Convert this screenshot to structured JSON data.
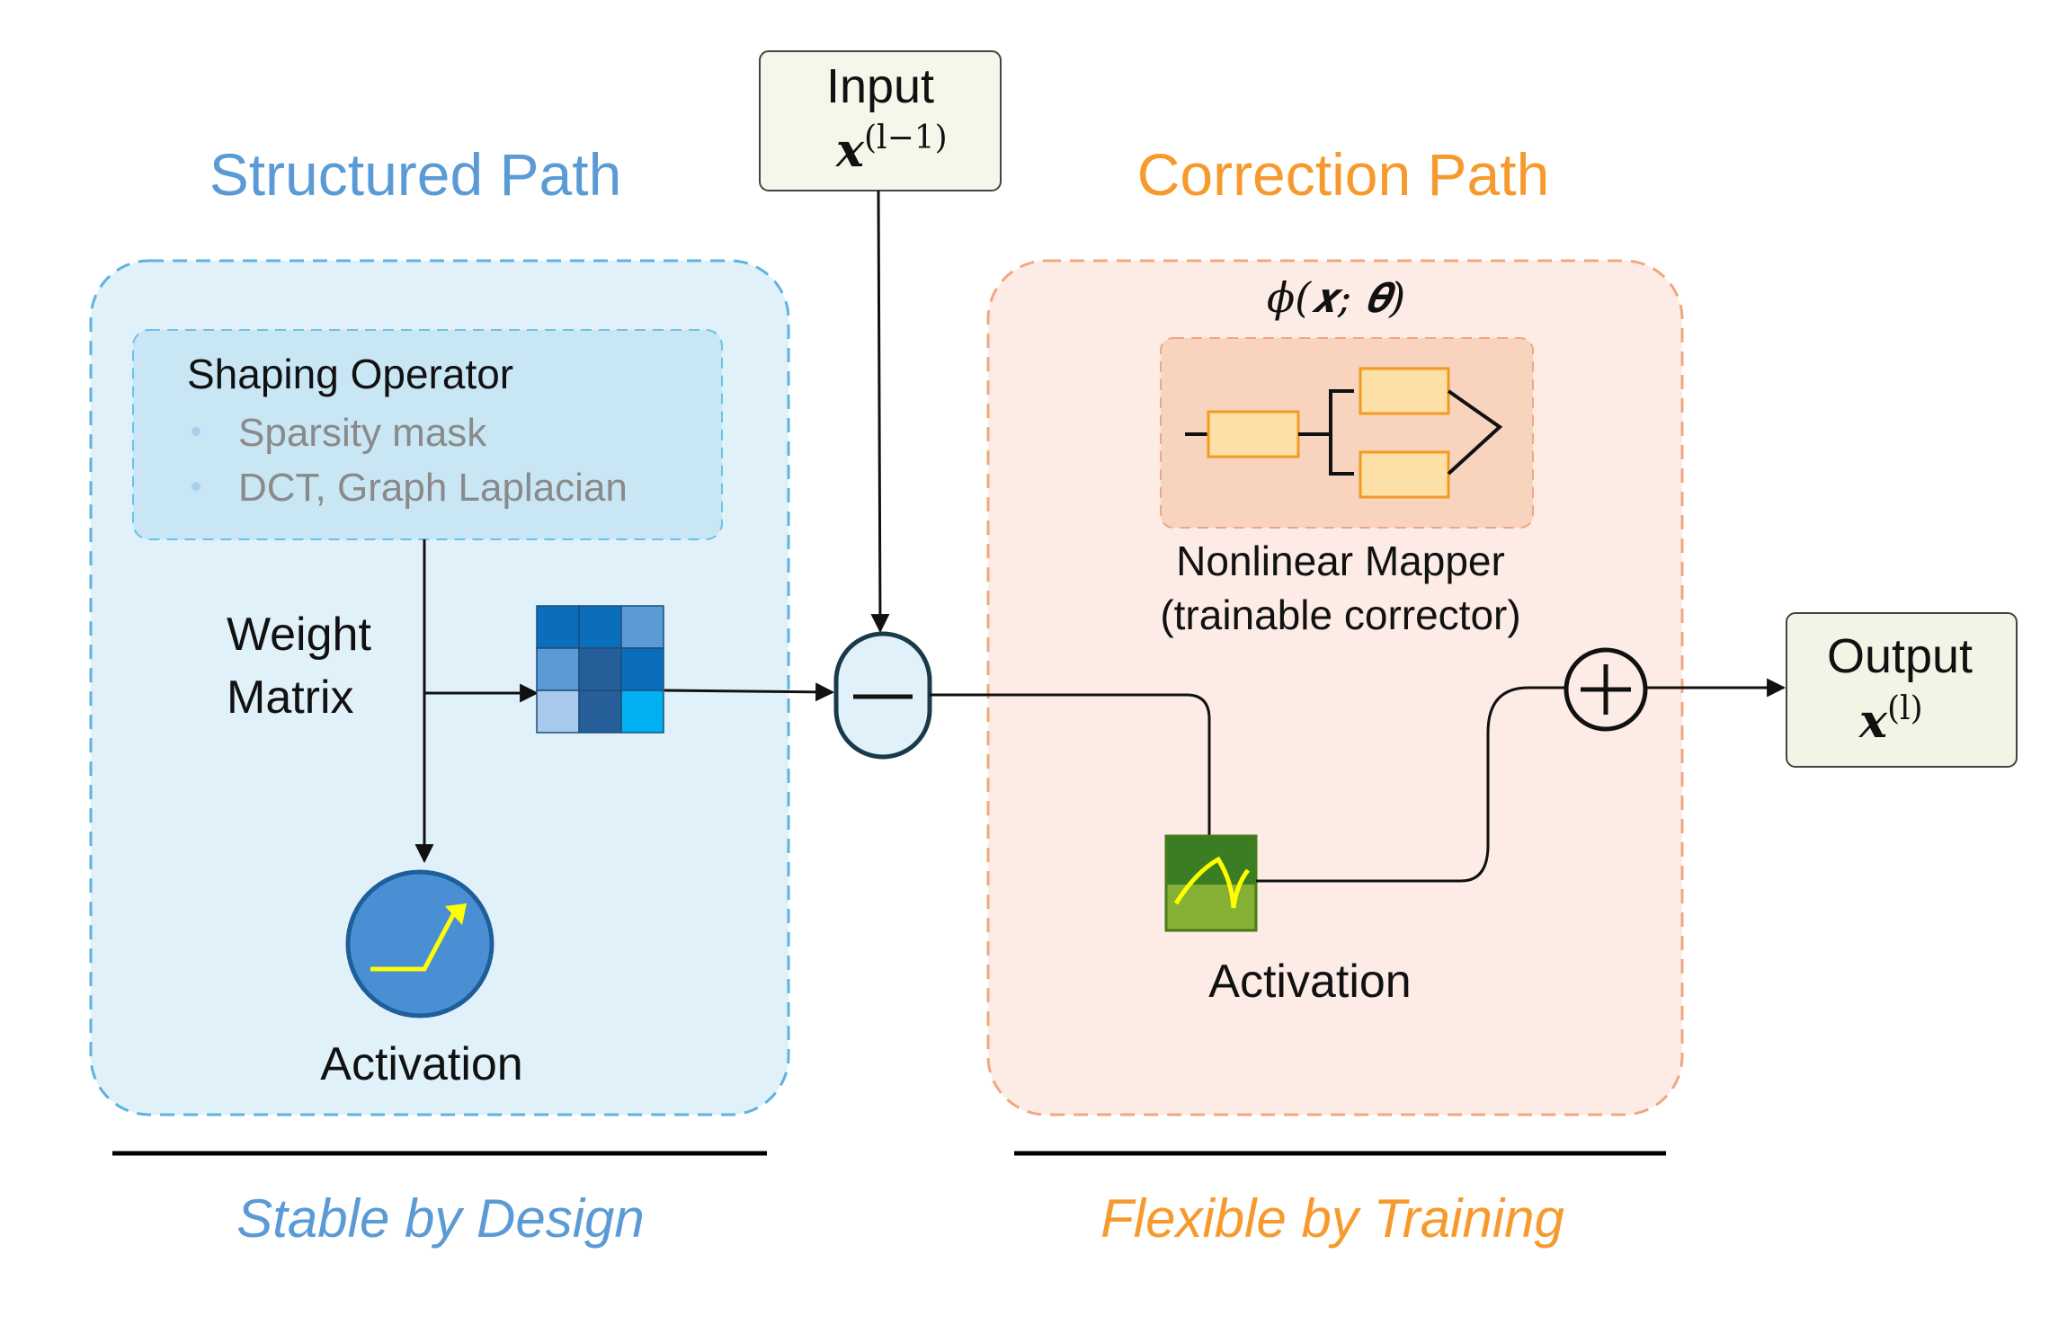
{
  "structured": {
    "title": "Structured Path",
    "caption": "Stable by Design",
    "shaping_operator": {
      "title": "Shaping Operator",
      "bullets": [
        "Sparsity mask",
        "DCT, Graph Laplacian"
      ]
    },
    "weight_label_line1": "Weight",
    "weight_label_line2": "Matrix",
    "activation_label": "Activation",
    "activation_icon": "relu-icon",
    "matrix_colors": [
      "#0a6ebd",
      "#0a6ebd",
      "#5b9bd5",
      "#5b9bd5",
      "#265e9a",
      "#0a6ebd",
      "#a9c9ec",
      "#265e9a",
      "#00b0f0"
    ]
  },
  "correction": {
    "title": "Correction Path",
    "caption": "Flexible by Training",
    "mapper_formula": "ϕ(𝒙; 𝜽)",
    "mapper_label_line1": "Nonlinear Mapper",
    "mapper_label_line2": "(trainable corrector)",
    "mapper_icon": "branching-network-icon",
    "activation_label": "Activation",
    "activation_icon": "curve-icon"
  },
  "input": {
    "label": "Input",
    "symbol": "𝒙",
    "superscript": "(l−1)"
  },
  "output": {
    "label": "Output",
    "symbol": "𝒙",
    "superscript": "(l)"
  },
  "operators": {
    "subtract": "−",
    "add": "+"
  },
  "colors": {
    "structured_accent": "#5b9bd5",
    "correction_accent": "#f79a2e",
    "structured_fill": "#e1f1f9",
    "correction_fill": "#fdece6"
  }
}
